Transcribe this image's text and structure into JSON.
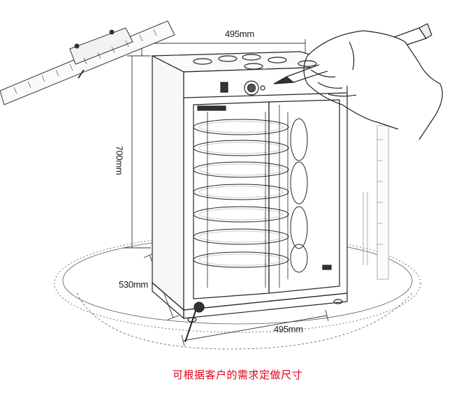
{
  "dimensions": {
    "width_top": "495mm",
    "width_bottom": "495mm",
    "depth": "530mm",
    "height": "700mm"
  },
  "caption": "可根据客户的需求定做尺寸",
  "watermark_text": "",
  "colors": {
    "line": "#222222",
    "caption": "#e0001b"
  }
}
